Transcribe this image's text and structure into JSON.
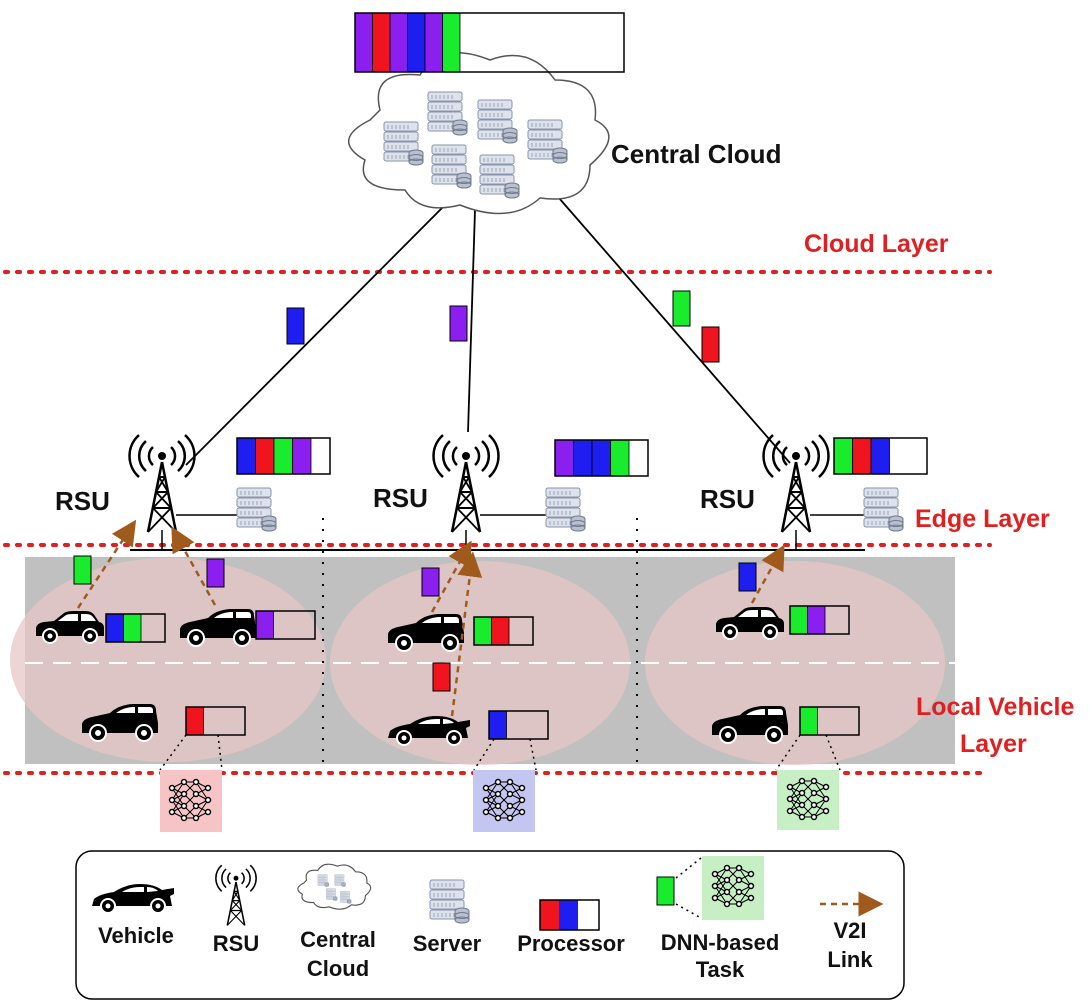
{
  "labels": {
    "central_cloud": "Central Cloud",
    "cloud_layer": "Cloud Layer",
    "edge_layer": "Edge Layer",
    "local_vehicle_layer_line1": "Local Vehicle",
    "local_vehicle_layer_line2": "Layer",
    "rsu": "RSU"
  },
  "legend": {
    "vehicle": "Vehicle",
    "rsu": "RSU",
    "central_cloud_line1": "Central",
    "central_cloud_line2": "Cloud",
    "server": "Server",
    "processor": "Processor",
    "dnn_task_line1": "DNN-based",
    "dnn_task_line2": "Task",
    "v2i_line1": "V2I",
    "v2i_line2": "Link"
  },
  "colors": {
    "purple": "#8a1ff0",
    "red": "#f0141e",
    "blue": "#1e1ef0",
    "green": "#19ec2d",
    "layer_red": "#e02020",
    "v2i_brown": "#a05a1c",
    "road_gray": "#c0c0c0",
    "zone_pink": "#e8c7c7"
  },
  "processor_queues": {
    "cloud": [
      "purple",
      "red",
      "purple",
      "blue",
      "purple",
      "green"
    ],
    "rsu_1": [
      "blue",
      "red",
      "green",
      "purple"
    ],
    "rsu_2": [
      "purple",
      "blue",
      "blue",
      "green"
    ],
    "rsu_3": [
      "green",
      "red",
      "blue"
    ],
    "vehicle_1": [
      "blue",
      "green"
    ],
    "vehicle_2": [
      "purple"
    ],
    "vehicle_3": [
      "green",
      "red"
    ],
    "vehicle_4": [
      "green",
      "purple"
    ],
    "vehicle_5": [
      "red"
    ],
    "vehicle_6": [
      "blue"
    ],
    "vehicle_7": [
      "green"
    ]
  },
  "dnn_model_tints": [
    "#f6c4c4",
    "#c3c6f0",
    "#c6f0c4"
  ]
}
